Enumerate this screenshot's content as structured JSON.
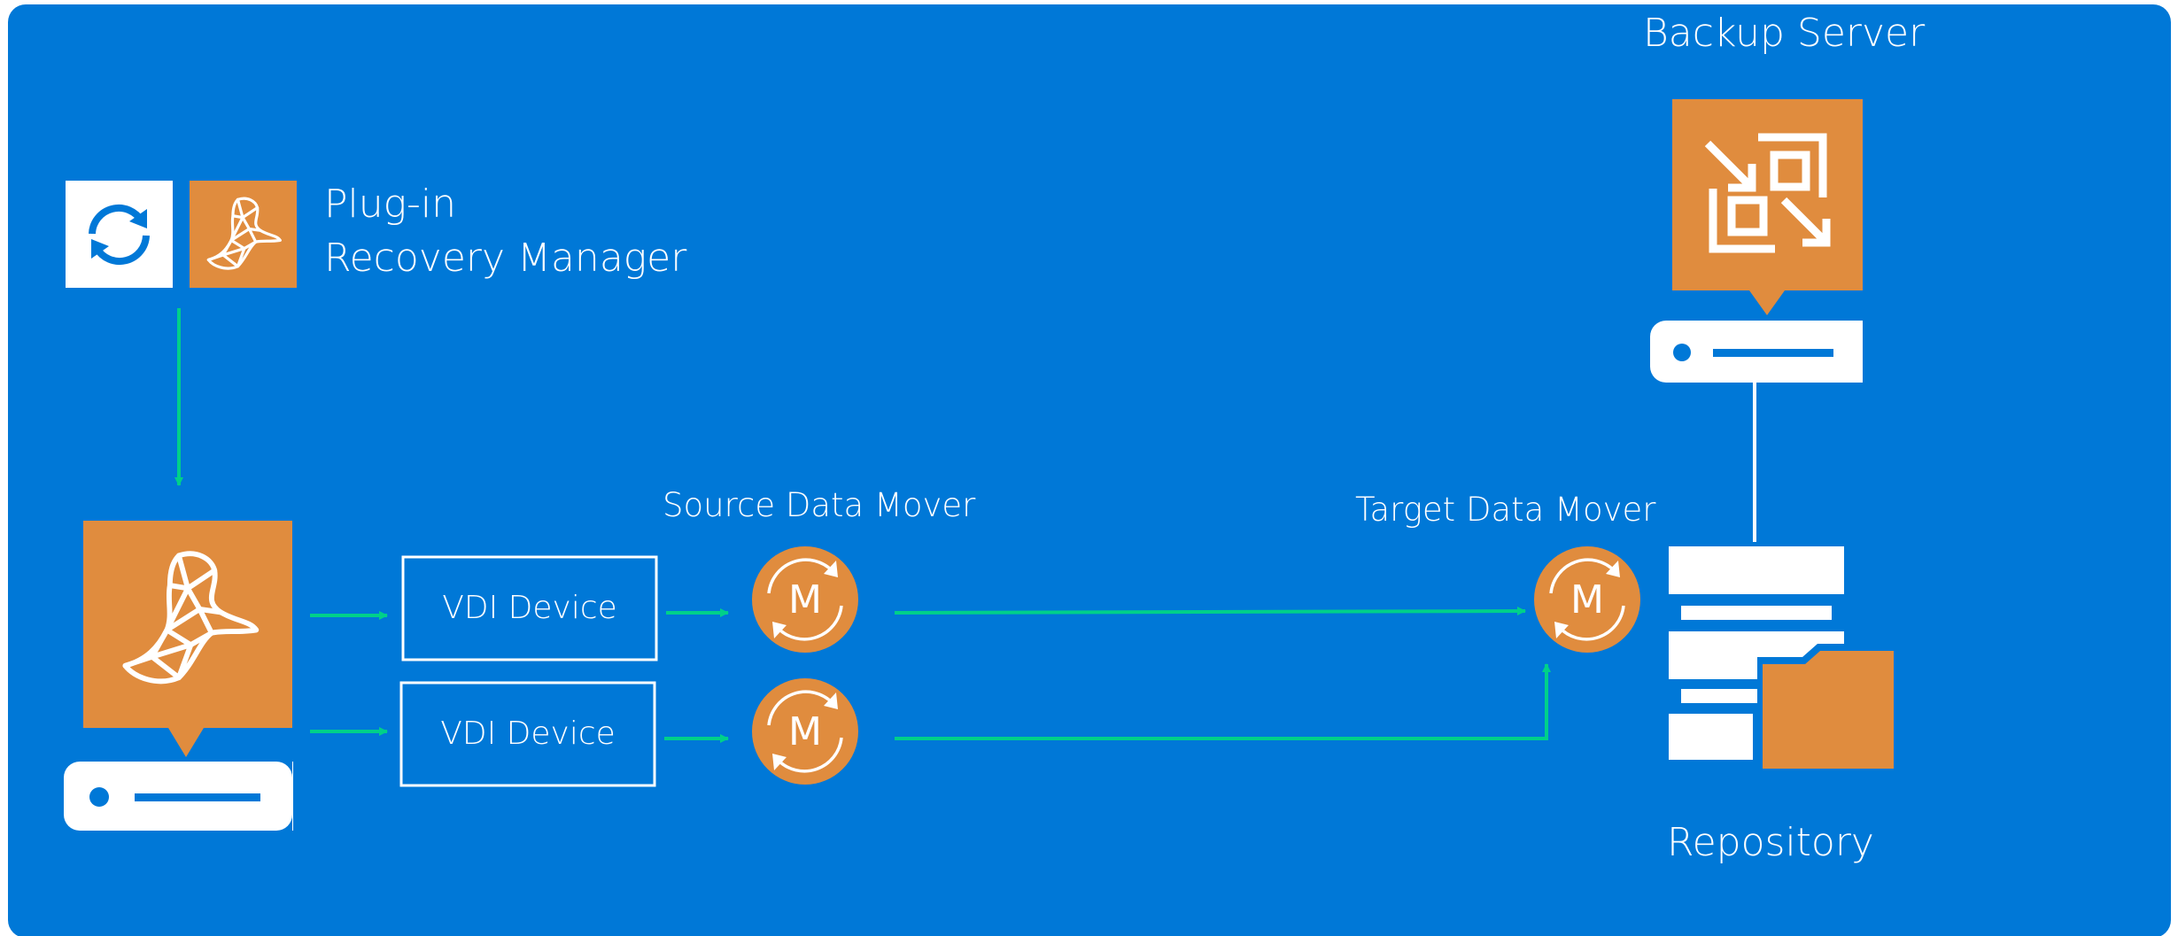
{
  "colors": {
    "background": "#0078d7",
    "accent_orange": "#e08c3e",
    "arrow_green": "#00d08a",
    "white": "#ffffff",
    "icon_blue": "#0078d7"
  },
  "labels": {
    "backup_server": "Backup Server",
    "plugin_line1": "Plug-in",
    "plugin_line2": "Recovery Manager",
    "source_data_mover": "Source Data Mover",
    "target_data_mover": "Target Data Mover",
    "vdi_device_1": "VDI Device",
    "vdi_device_2": "VDI Device",
    "repository": "Repository",
    "mover_letter": "M"
  },
  "icons": {
    "recovery_manager": "sync-icon",
    "sql_small": "sql-server-icon",
    "sql_large": "sql-server-icon",
    "backup_server": "veeam-backup-icon",
    "server": "server-icon",
    "data_mover": "data-mover-icon",
    "repository": "repository-icon"
  }
}
